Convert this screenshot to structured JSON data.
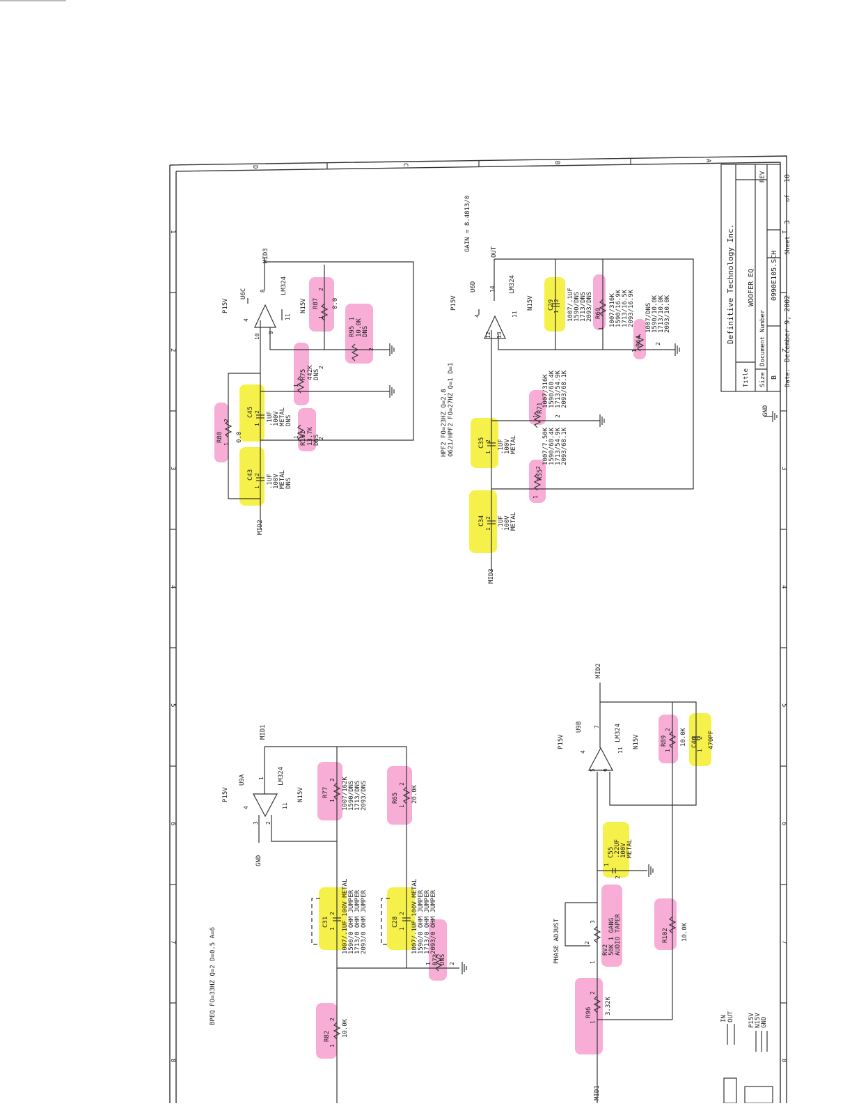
{
  "title_block": {
    "title_label": "Title",
    "title": "WOOFER EQ",
    "company": "Definitive Technology Inc.",
    "size_label": "Size",
    "size": "B",
    "doc_number_label": "Document Number",
    "doc_number": "0990E105.SCH",
    "rev_label": "REV",
    "date_label": "Date:",
    "date": "December  9, 2002",
    "sheet_label": "Sheet",
    "sheet": "3",
    "of_label": "of",
    "total_sheets": "10"
  },
  "border": {
    "row_letters": [
      "D",
      "C",
      "B",
      "A"
    ],
    "col_numbers": [
      "1",
      "2",
      "3",
      "4",
      "5",
      "6",
      "7",
      "8"
    ]
  },
  "stage_mid3": {
    "opamp": {
      "ref": "U6C",
      "part": "LM324",
      "pin_out": "8",
      "pin_plus": "10",
      "pin_minus": "9",
      "pin_vp": "4",
      "pin_vn": "11"
    },
    "supply_pos": "P15V",
    "supply_neg": "N15V",
    "net_in": "MID2",
    "net_out": "MID3",
    "R80": {
      "ref": "R80",
      "value": "0.0",
      "p1": "1",
      "p2": "2"
    },
    "C43": {
      "ref": "C43",
      "lines": [
        ".1UF",
        "100V",
        "METAL",
        "DNS"
      ],
      "p1": "1",
      "p2": "2"
    },
    "C45": {
      "ref": "C45",
      "lines": [
        ".1UF",
        "100V",
        "METAL",
        "DNS"
      ],
      "p1": "1",
      "p2": "2"
    },
    "R101": {
      "ref": "R101",
      "value": "13.7K",
      "note": "DNS",
      "p1": "1",
      "p2": "2"
    },
    "R75": {
      "ref": "R75",
      "value": "442K",
      "note": "DNS",
      "p1": "1",
      "p2": "2"
    },
    "R87": {
      "ref": "R87",
      "value": "0.0",
      "p1": "1",
      "p2": "2"
    },
    "R95": {
      "ref": "R95",
      "value": "10.0K",
      "note": "DNS",
      "p1": "1",
      "p2": "2"
    }
  },
  "stage_hpf2": {
    "header": [
      "HPF2 FO=23HZ Q=2.8",
      "0621/HPF2 FO=27HZ Q=1 D=1"
    ],
    "gain": "GAIN = 8.4813/0",
    "opamp": {
      "ref": "U6D",
      "part": "LM324",
      "pin_out": "14",
      "pin_plus": "12",
      "pin_minus": "13",
      "pin_vp": "4",
      "pin_vn": "11"
    },
    "supply_pos": "P15V",
    "supply_neg": "N15V",
    "net_in": "MID3",
    "net_out": "OUT",
    "C34": {
      "ref": "C34",
      "lines": [
        ".1UF",
        "100V",
        "METAL"
      ],
      "p1": "1",
      "p2": "2"
    },
    "C35": {
      "ref": "C35",
      "lines": [
        ".1UF",
        "100V",
        "METAL"
      ],
      "p1": "1",
      "p2": "2"
    },
    "R55": {
      "ref": "R55",
      "lines": [
        "1007/7.50K",
        "1590/60.4K",
        "1713/54.9K",
        "2093/68.1K"
      ],
      "p1": "1",
      "p2": "2"
    },
    "R71": {
      "ref": "R71",
      "lines": [
        "1007/316K",
        "1590/60.4K",
        "1713/54.9K",
        "2093/68.1K"
      ],
      "p1": "1",
      "p2": "2"
    },
    "C29": {
      "ref": "C29",
      "lines": [
        "1007/.1UF",
        "1590/DNS",
        "1713/DNS",
        "2093/DNS"
      ],
      "p1": "1",
      "p2": "2"
    },
    "R69": {
      "ref": "R69",
      "lines": [
        "1007/316K",
        "1590/16.9K",
        "1713/16.5K",
        "2093/16.9K"
      ],
      "p1": "1",
      "p2": "2"
    },
    "R64": {
      "ref": "R64",
      "lines": [
        "1007/DNS",
        "1590/10.0K",
        "1713/10.0K",
        "2093/10.0K"
      ],
      "p1": "1",
      "p2": "2"
    }
  },
  "stage_bpeq": {
    "header": "BPEQ FO=33HZ Q=2 D=0.5 A=6",
    "opamp": {
      "ref": "U9A",
      "part": "LM324",
      "pin_out": "1",
      "pin_plus": "3",
      "pin_minus": "2",
      "pin_vp": "4",
      "pin_vn": "11"
    },
    "supply_pos": "P15V",
    "supply_neg": "N15V",
    "net_gnd": "GND",
    "net_out": "MID1",
    "R77": {
      "ref": "R77",
      "lines": [
        "1007/162K",
        "1590/DNS",
        "1713/DNS",
        "2093/DNS"
      ],
      "p1": "1",
      "p2": "2"
    },
    "R65": {
      "ref": "R65",
      "value": "20.0K",
      "p1": "1",
      "p2": "2"
    },
    "C31": {
      "ref": "C31",
      "lines": [
        "1007/.1UF 100V METAL",
        "1590/0 OHM JUMPER",
        "1713/0 OHM JUMPER",
        "2093/0 OHM JUMPER"
      ],
      "p1": "1",
      "p2": "2"
    },
    "C28": {
      "ref": "C28",
      "lines": [
        "1007/.1UF 100V METAL",
        "1590/0 OHM JUMPER",
        "1713/0 OHM JUMPER",
        "2093/0 OHM JUMPER"
      ],
      "p1": "1",
      "p2": "2"
    },
    "R73": {
      "ref": "R73",
      "note": "DNS",
      "p1": "1",
      "p2": "2"
    },
    "R82": {
      "ref": "R82",
      "value": "10.0K",
      "p1": "1",
      "p2": "2"
    }
  },
  "stage_phase": {
    "header": "PHASE ADJUST",
    "opamp": {
      "ref": "U9B",
      "part": "LM324",
      "pin_out": "7",
      "pin_plus": "5",
      "pin_minus": "6",
      "pin_vp": "4",
      "pin_vn": "11"
    },
    "supply_pos": "P15V",
    "supply_neg": "N15V",
    "net_in": "MID1",
    "net_out": "MID2",
    "C55": {
      "ref": "C55",
      "lines": [
        ".22UF",
        "100V",
        "METAL"
      ],
      "p1": "1",
      "p2": "2"
    },
    "RV2": {
      "ref": "RV2",
      "lines": [
        "50K 1 GANG",
        "AUDIO TAPER"
      ],
      "p1": "1",
      "p2": "2",
      "p3": "3"
    },
    "R96": {
      "ref": "R96",
      "value": "3.32K",
      "p1": "1",
      "p2": "2"
    },
    "R102": {
      "ref": "R102",
      "value": "10.0K"
    },
    "R89": {
      "ref": "R89",
      "value": "10.0K",
      "p1": "1",
      "p2": "2"
    },
    "C44": {
      "ref": "C44",
      "value": "470PF",
      "p1": "1",
      "p2": "2"
    }
  },
  "ports": {
    "in": "IN",
    "out": "OUT",
    "p15": "P15V",
    "n15": "N15V",
    "gnd": "GND"
  },
  "gnd_symbol_label": "GND",
  "highlight_colors": {
    "capacitor": "#f4ee2a",
    "resistor": "#f06ab4"
  }
}
